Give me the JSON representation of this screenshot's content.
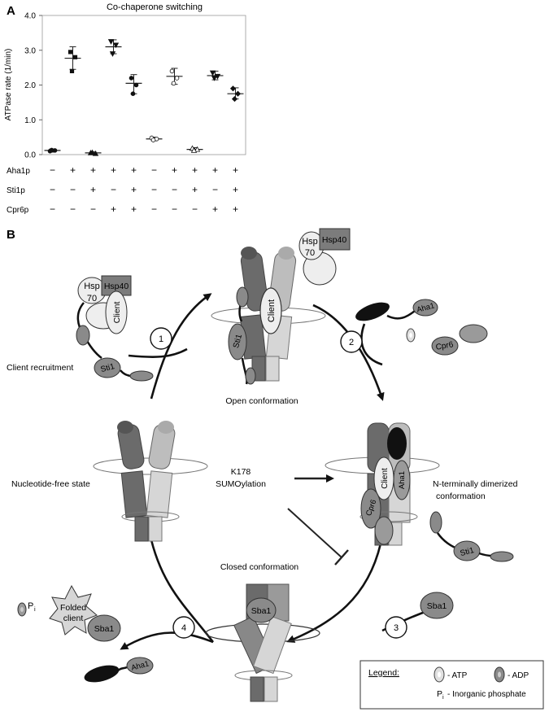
{
  "panel_a": {
    "label": "A",
    "title": "Co-chaperone switching",
    "ylabel": "ATPase rate (1/min)",
    "row_labels": [
      "Aha1p",
      "Sti1p",
      "Cpr6p"
    ],
    "signs": {
      "Aha1p": [
        "−",
        "+",
        "+",
        "+",
        "+",
        "−",
        "+",
        "+",
        "+",
        "+"
      ],
      "Sti1p": [
        "−",
        "−",
        "+",
        "−",
        "+",
        "−",
        "−",
        "+",
        "−",
        "+"
      ],
      "Cpr6p": [
        "−",
        "−",
        "−",
        "+",
        "+",
        "−",
        "−",
        "−",
        "+",
        "+"
      ]
    }
  },
  "chart_data": {
    "type": "scatter",
    "title": "Co-chaperone switching",
    "xlabel": "",
    "ylabel": "ATPase rate (1/min)",
    "ylim": [
      0,
      4
    ],
    "yticks": [
      "0.0",
      "1.0",
      "2.0",
      "3.0",
      "4.0"
    ],
    "grid": false,
    "groups": [
      {
        "points": [
          0.1,
          0.12,
          0.13
        ],
        "mean": 0.12,
        "sd_low": 0.07,
        "sd_high": 0.16,
        "marker": "circle"
      },
      {
        "points": [
          2.95,
          2.8,
          2.4
        ],
        "mean": 2.77,
        "sd_low": 2.45,
        "sd_high": 3.1,
        "marker": "square"
      },
      {
        "points": [
          0.05,
          0.03,
          0.06
        ],
        "mean": 0.05,
        "sd_low": 0.02,
        "sd_high": 0.08,
        "marker": "triangle"
      },
      {
        "points": [
          3.25,
          3.15,
          2.9
        ],
        "mean": 3.1,
        "sd_low": 2.9,
        "sd_high": 3.3,
        "marker": "triangle-down"
      },
      {
        "points": [
          2.2,
          2.0,
          1.75
        ],
        "mean": 2.05,
        "sd_low": 1.75,
        "sd_high": 2.3,
        "marker": "circle"
      },
      {
        "points": [
          0.48,
          0.45,
          0.42
        ],
        "mean": 0.45,
        "sd_low": 0.4,
        "sd_high": 0.5,
        "marker": "circle-open"
      },
      {
        "points": [
          2.4,
          2.2,
          2.05
        ],
        "mean": 2.25,
        "sd_low": 2.02,
        "sd_high": 2.48,
        "marker": "circle-open"
      },
      {
        "points": [
          0.18,
          0.15,
          0.12
        ],
        "mean": 0.15,
        "sd_low": 0.1,
        "sd_high": 0.2,
        "marker": "triangle-open"
      },
      {
        "points": [
          2.35,
          2.25,
          2.2
        ],
        "mean": 2.27,
        "sd_low": 2.15,
        "sd_high": 2.4,
        "marker": "triangle-down"
      },
      {
        "points": [
          1.9,
          1.75,
          1.6
        ],
        "mean": 1.75,
        "sd_low": 1.6,
        "sd_high": 1.92,
        "marker": "diamond"
      }
    ]
  },
  "panel_b": {
    "label": "B",
    "stages": {
      "open": "Open conformation",
      "ndimer": [
        "N-terminally dimerized",
        "conformation"
      ],
      "closed": "Closed conformation",
      "free": "Nucleotide-free state",
      "recruit": "Client recruitment"
    },
    "sumo": [
      "K178",
      "SUMOylation"
    ],
    "steps": [
      "1",
      "2",
      "3",
      "4"
    ],
    "proteins": {
      "hsp70": [
        "Hsp",
        "70"
      ],
      "hsp40": "Hsp40",
      "client": "Client",
      "sti1": "Sti1",
      "aha1": "Aha1",
      "cpr6": "Cpr6",
      "sba1": "Sba1",
      "pi": "P",
      "pi_sub": "i",
      "folded": [
        "Folded",
        "client"
      ]
    },
    "legend": {
      "title": "Legend:",
      "atp": "- ATP",
      "adp": "- ADP",
      "pi_prefix": "P",
      "pi_sub": "i",
      "pi_text": "- Inorganic phosphate"
    }
  },
  "colors": {
    "dark": "#6b6b6b",
    "mid": "#9a9a9a",
    "light": "#d6d6d6",
    "black": "#111111"
  }
}
